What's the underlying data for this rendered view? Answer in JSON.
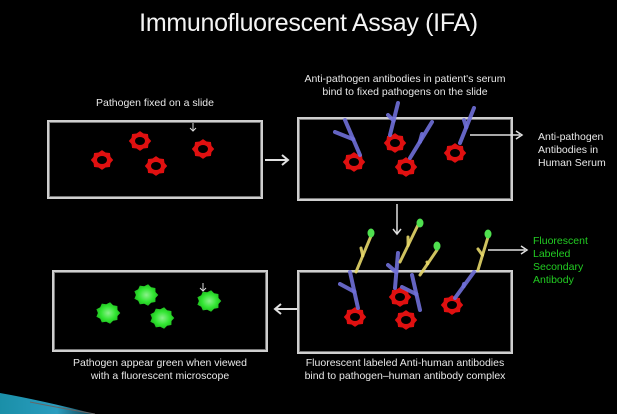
{
  "title": "Immunofluorescent Assay (IFA)",
  "panels": {
    "step1": {
      "caption": "Pathogen fixed on a slide"
    },
    "step2": {
      "caption_line1": "Anti-pathogen antibodies in patient's serum",
      "caption_line2": "bind to  fixed pathogens on the slide"
    },
    "step3": {
      "caption_line1": "Fluorescent labeled Anti-human antibodies",
      "caption_line2": "bind to pathogen–human antibody complex"
    },
    "step4": {
      "caption_line1": "Pathogen  appear green when viewed",
      "caption_line2": "with a fluorescent  microscope"
    }
  },
  "labels": {
    "primary_antibody": {
      "line1": "Anti-pathogen",
      "line2": "Antibodies in",
      "line3": "Human Serum"
    },
    "secondary_antibody": {
      "line1": "Fluorescent",
      "line2": "Labeled",
      "line3": "Secondary",
      "line4": "Antibody"
    }
  },
  "colors": {
    "background": "#000000",
    "pathogen": "#e01010",
    "pathogen_fluorescent": "#33e633",
    "primary_antibody": "#6f6fd8",
    "secondary_antibody": "#e6d76a",
    "fluorophore": "#4fe04f",
    "secondary_label_text": "#22cc22",
    "box_border": "#cfcfcf"
  }
}
